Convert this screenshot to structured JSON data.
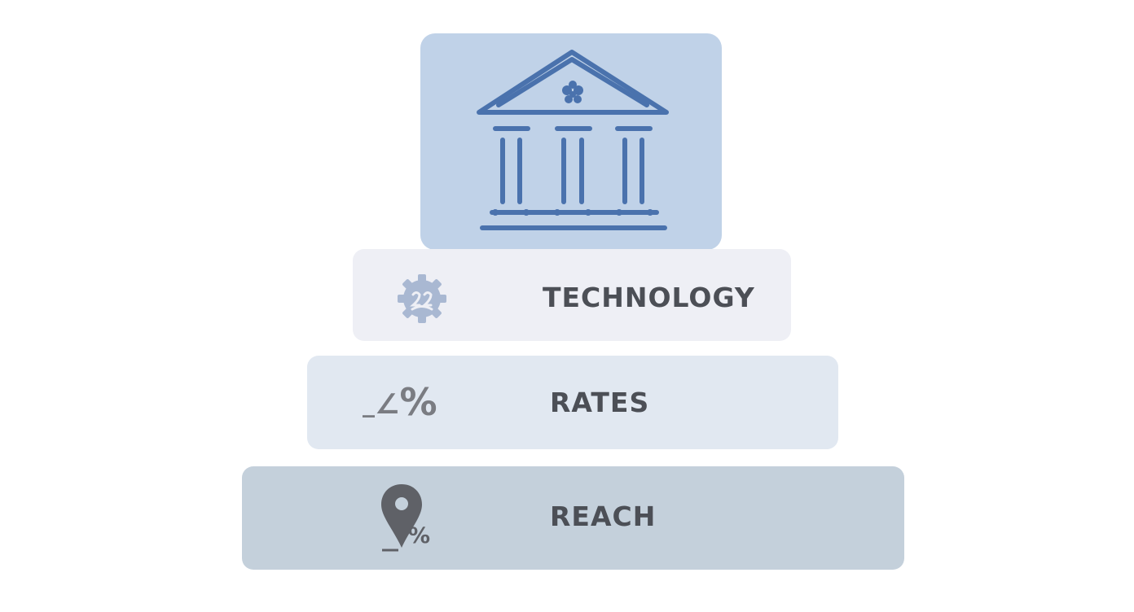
{
  "diagram": {
    "top": {
      "icon": "bank-building-icon"
    },
    "tiers": [
      {
        "label": "TECHNOLOGY",
        "icon": "gear-icon"
      },
      {
        "label": "RATES",
        "icon": "rate-percent-icon",
        "icon_glyphs": {
          "dash": "_",
          "angle": "∠",
          "percent": "%"
        }
      },
      {
        "label": "REACH",
        "icon": "location-pin-percent-icon",
        "icon_glyphs": {
          "percent": "%"
        }
      }
    ]
  }
}
